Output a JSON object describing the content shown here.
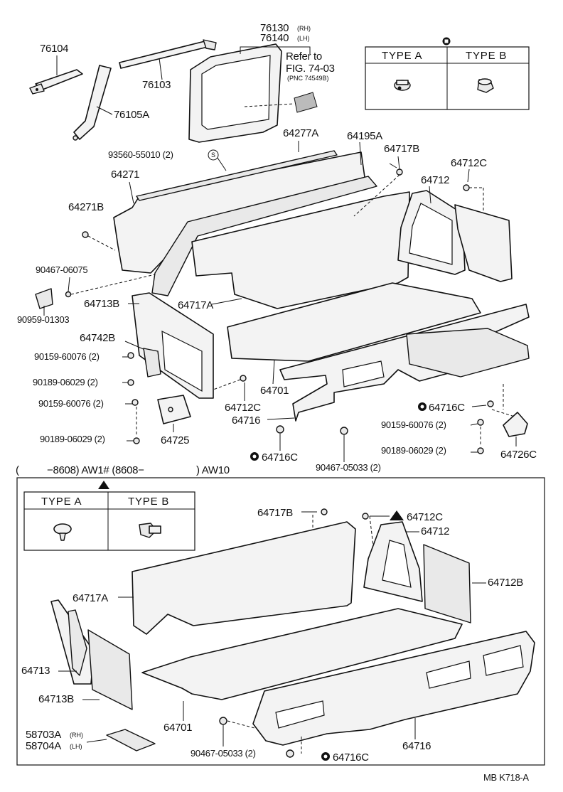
{
  "top": {
    "type_table": {
      "symbol": "circle-square",
      "type_a": "TYPE  A",
      "type_b": "TYPE  B"
    },
    "refer_1": "Refer to",
    "refer_2": "FIG. 74-03",
    "refer_3": "(PNC 74549B)",
    "labels": {
      "p76130": "76130",
      "p76130_side": "(RH)",
      "p76140": "76140",
      "p76140_side": "(LH)",
      "p76104": "76104",
      "p76103": "76103",
      "p76105A": "76105A",
      "p64277A": "64277A",
      "p64195A": "64195A",
      "p64717B": "64717B",
      "p64712C": "64712C",
      "p64712": "64712",
      "p93560": "93560-55010 (2)",
      "p93560_marker": "S",
      "p64271": "64271",
      "p64271B": "64271B",
      "p90467_06075": "90467-06075",
      "p90959": "90959-01303",
      "p64713B": "64713B",
      "p64717A": "64717A",
      "p64742B": "64742B",
      "p90159_a": "90159-60076 (2)",
      "p90189_a": "90189-06029 (2)",
      "p90159_b": "90159-60076 (2)",
      "p90189_b": "90189-06029 (2)",
      "p64725": "64725",
      "p64712C_b": "64712C",
      "p64716": "64716",
      "p64701": "64701",
      "p64716C_a": "64716C",
      "p64716C_b": "64716C",
      "p90159_c": "90159-60076 (2)",
      "p90189_c": "90189-06029 (2)",
      "p64726C": "64726C",
      "p90467_05033": "90467-05033 (2)"
    }
  },
  "range_header": {
    "open_paren": "(",
    "range": "−8608) AW1# (8608−",
    "close": ") AW10"
  },
  "bottom": {
    "type_table": {
      "symbol": "triangle",
      "type_a": "TYPE  A",
      "type_b": "TYPE  B"
    },
    "labels": {
      "p64717B": "64717B",
      "p64712C": "64712C",
      "p64712": "64712",
      "p64712B": "64712B",
      "p64717A": "64717A",
      "p64713": "64713",
      "p64713B": "64713B",
      "p64701": "64701",
      "p58703A": "58703A",
      "p58703A_side": "(RH)",
      "p58704A": "58704A",
      "p58704A_side": "(LH)",
      "p90467": "90467-05033 (2)",
      "p64716C": "64716C",
      "p64716": "64716"
    }
  },
  "footer": {
    "code": "MB  K718-A"
  }
}
